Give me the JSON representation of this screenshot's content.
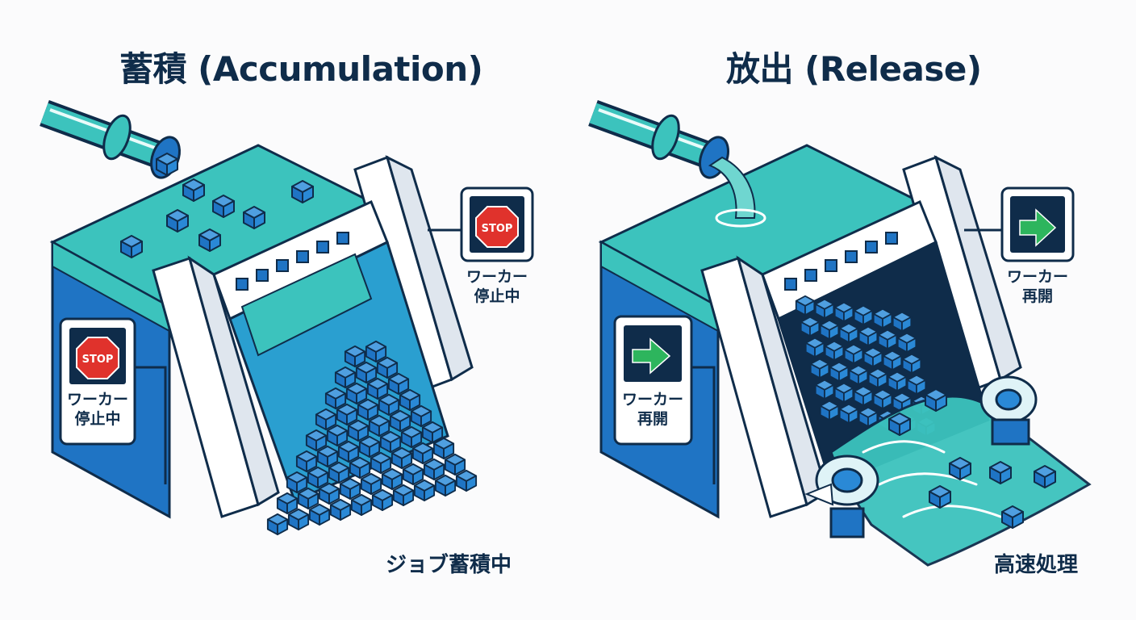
{
  "panels": {
    "left": {
      "title": "蓄積 (Accumulation)",
      "sign_right": {
        "icon": "stop-sign-icon",
        "text": "STOP",
        "caption_line1": "ワーカー",
        "caption_line2": "停止中"
      },
      "sign_left": {
        "icon": "stop-sign-icon",
        "text": "STOP",
        "caption_line1": "ワーカー",
        "caption_line2": "停止中"
      },
      "status": "ジョブ蓄積中"
    },
    "right": {
      "title": "放出 (Release)",
      "sign_right": {
        "icon": "right-arrow-icon",
        "caption_line1": "ワーカー",
        "caption_line2": "再開"
      },
      "sign_left": {
        "icon": "right-arrow-icon",
        "caption_line1": "ワーカー",
        "caption_line2": "再開"
      },
      "status": "高速処理"
    }
  },
  "colors": {
    "ink": "#0f2c4a",
    "blue": "#1f74c4",
    "teal": "#3cc3bd",
    "stop_red": "#e0322c",
    "go_green": "#2db55d",
    "sign_bg": "#0f2c4a"
  }
}
